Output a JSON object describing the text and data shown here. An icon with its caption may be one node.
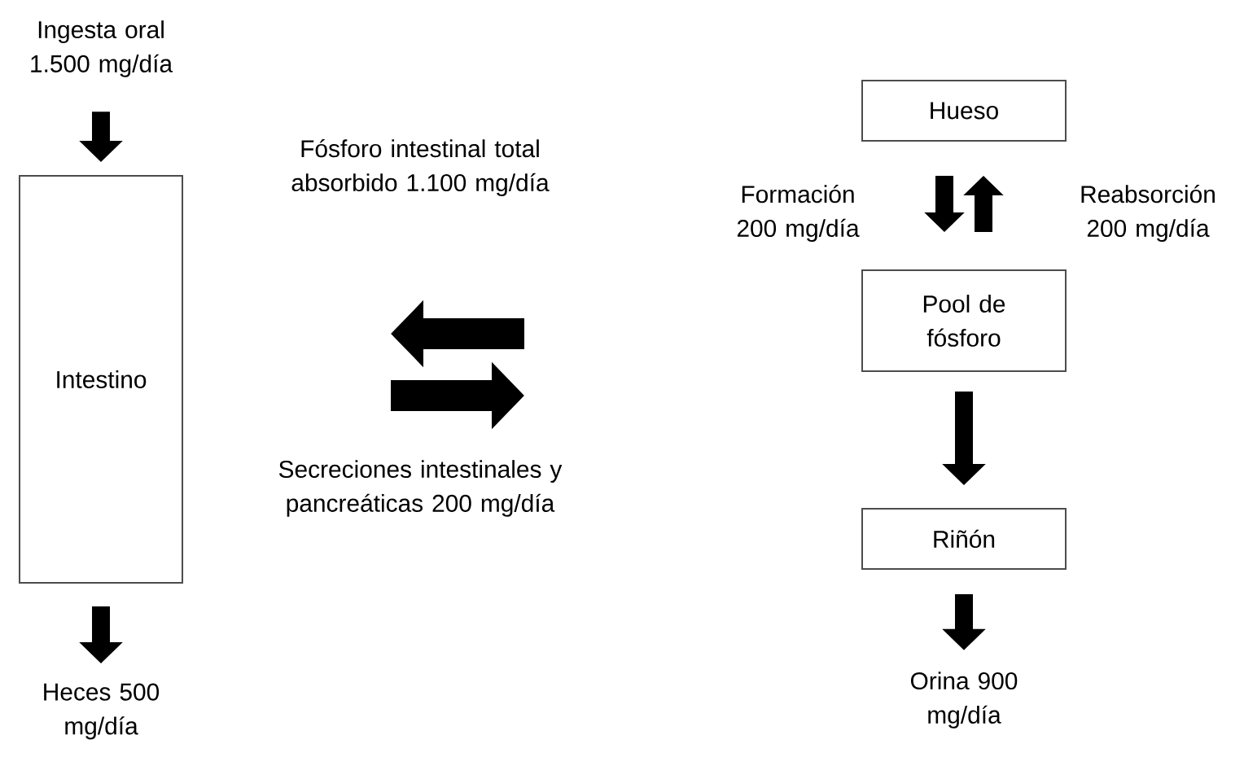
{
  "diagram": {
    "nodes": [
      {
        "text": [
          "Ingesta oral 1.500 mg/día"
        ]
      },
      {
        "text": [
          "Intestino"
        ]
      },
      {
        "text": [
          "Heces 500 mg/día"
        ]
      },
      {
        "text": [
          "Hueso"
        ]
      },
      {
        "text": [
          "Pool de fósforo"
        ]
      },
      {
        "text": [
          "Riñón"
        ]
      },
      {
        "text": [
          "Orina 900 mg/día"
        ]
      }
    ],
    "edges": [
      {
        "from": 0,
        "to": 1,
        "arrow": "to"
      },
      {
        "from": 1,
        "to": 2,
        "arrow": "to"
      },
      {
        "from": 3,
        "to": 4,
        "arrow": "to",
        "label": "Formación 200 mg/día"
      },
      {
        "from": 4,
        "to": 3,
        "arrow": "to",
        "label": "Reabsorción 200 mg/día"
      },
      {
        "from": 4,
        "to": 5,
        "arrow": "to"
      },
      {
        "from": 5,
        "to": 6,
        "arrow": "to"
      }
    ],
    "labels": [
      "Fósforo intestinal total absorbido 1.100 mg/día",
      "Secreciones intestinales y pancreáticas 200 mg/día"
    ]
  }
}
